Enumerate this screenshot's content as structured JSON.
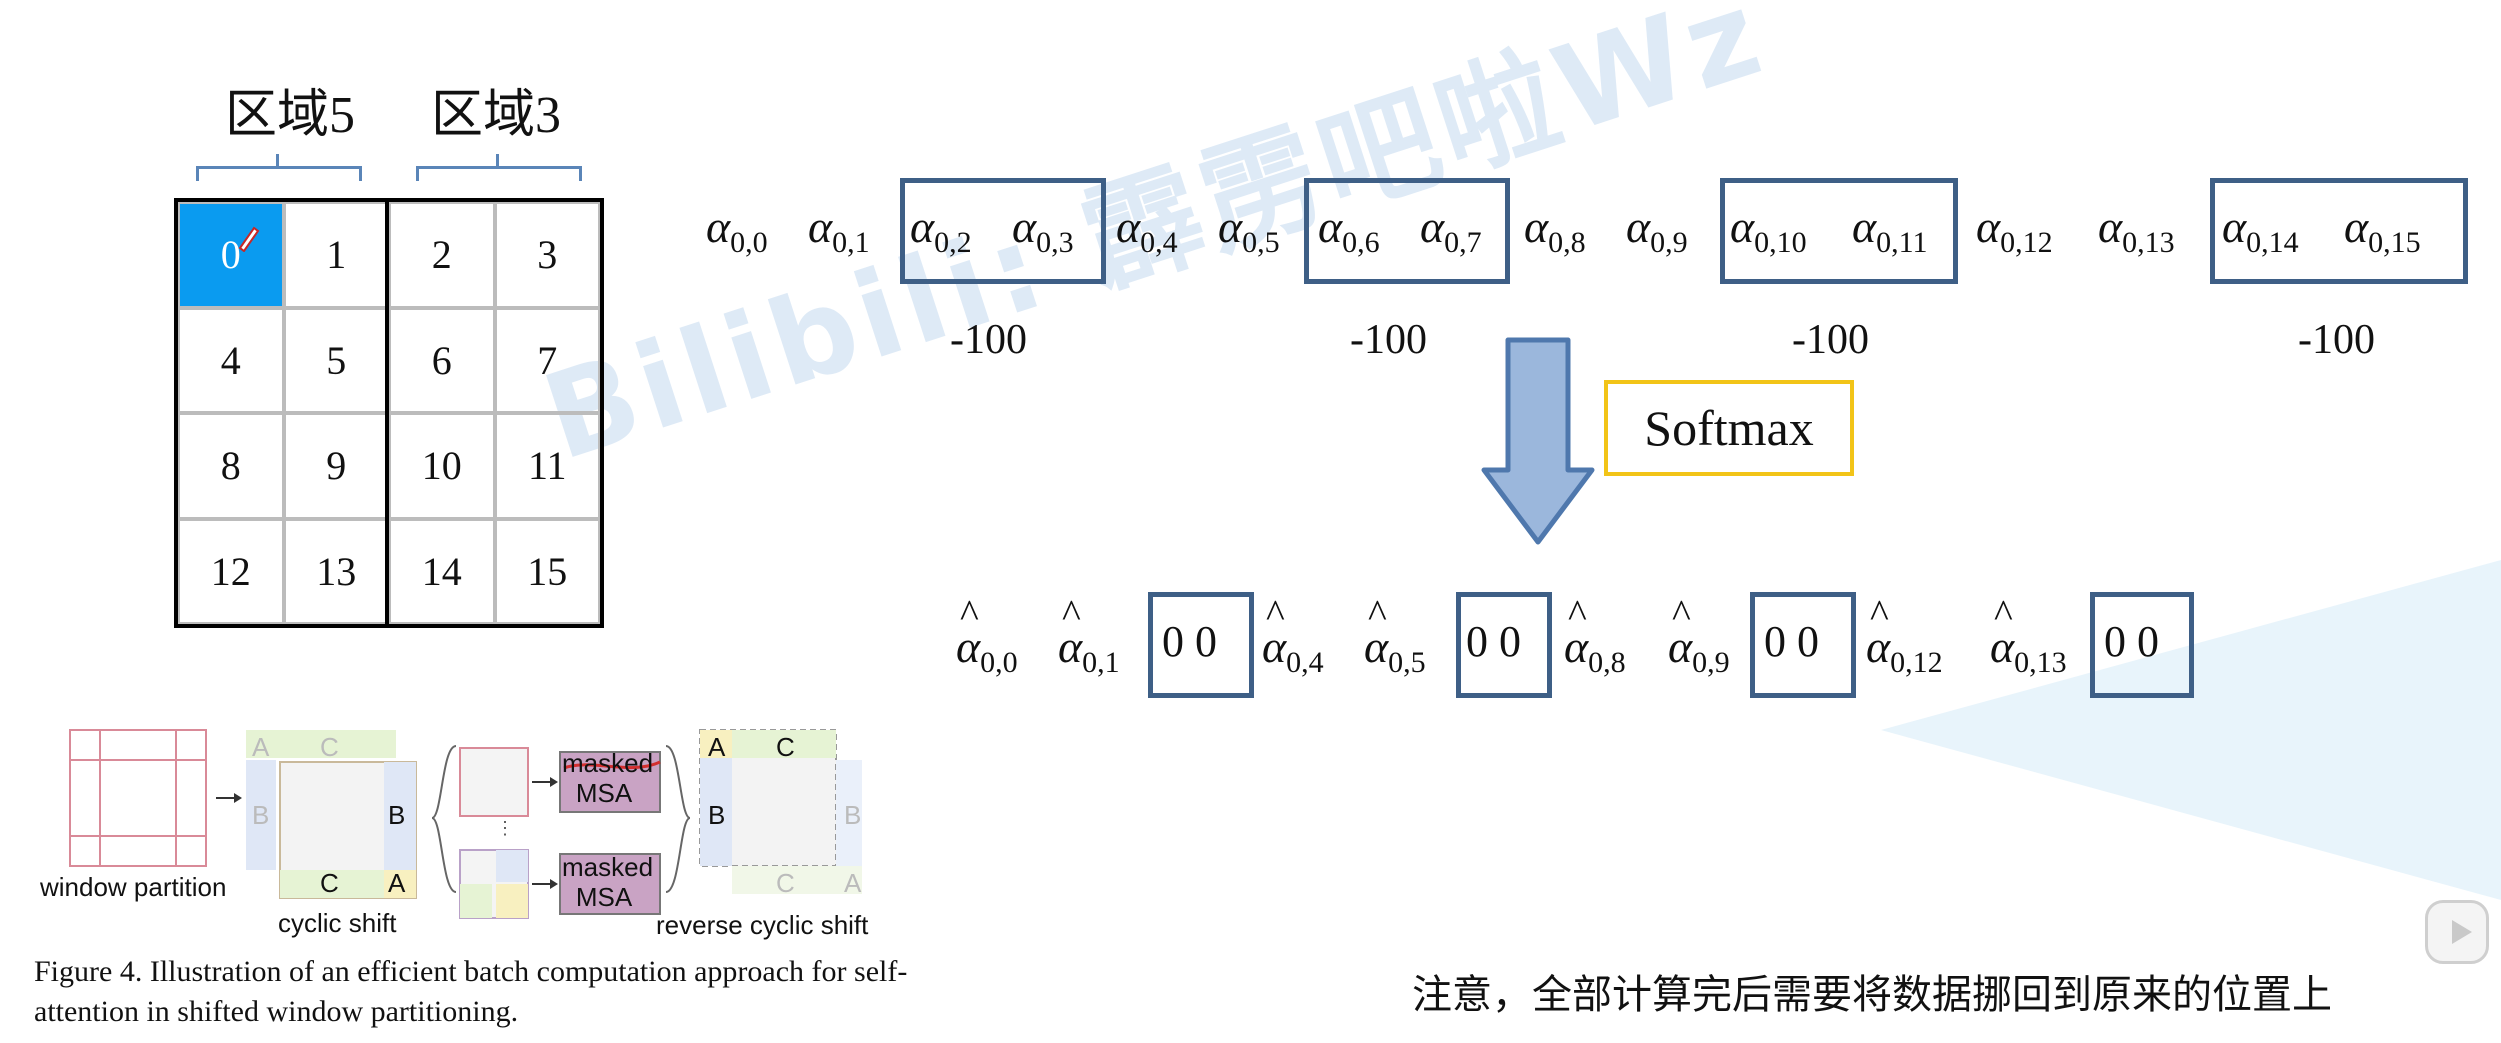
{
  "regions": [
    "区域5",
    "区域3"
  ],
  "grid": {
    "cells": [
      "0",
      "1",
      "2",
      "3",
      "4",
      "5",
      "6",
      "7",
      "8",
      "9",
      "10",
      "11",
      "12",
      "13",
      "14",
      "15"
    ],
    "selected_index": 0
  },
  "watermark": "Bilibili: 霹雳吧啦Wz",
  "row1": [
    {
      "base": "α",
      "sub": "0,0"
    },
    {
      "base": "α",
      "sub": "0,1"
    },
    {
      "base": "α",
      "sub": "0,2"
    },
    {
      "base": "α",
      "sub": "0,3"
    },
    {
      "base": "α",
      "sub": "0,4"
    },
    {
      "base": "α",
      "sub": "0,5"
    },
    {
      "base": "α",
      "sub": "0,6"
    },
    {
      "base": "α",
      "sub": "0,7"
    },
    {
      "base": "α",
      "sub": "0,8"
    },
    {
      "base": "α",
      "sub": "0,9"
    },
    {
      "base": "α",
      "sub": "0,10"
    },
    {
      "base": "α",
      "sub": "0,11"
    },
    {
      "base": "α",
      "sub": "0,12"
    },
    {
      "base": "α",
      "sub": "0,13"
    },
    {
      "base": "α",
      "sub": "0,14"
    },
    {
      "base": "α",
      "sub": "0,15"
    }
  ],
  "mask_values": [
    "-100",
    "-100",
    "-100",
    "-100"
  ],
  "softmax_label": "Softmax",
  "row2": [
    {
      "base": "α",
      "sub": "0,0"
    },
    {
      "base": "α",
      "sub": "0,1"
    },
    {
      "zero": "0 0"
    },
    {
      "base": "α",
      "sub": "0,4"
    },
    {
      "base": "α",
      "sub": "0,5"
    },
    {
      "zero": "0 0"
    },
    {
      "base": "α",
      "sub": "0,8"
    },
    {
      "base": "α",
      "sub": "0,9"
    },
    {
      "zero": "0 0"
    },
    {
      "base": "α",
      "sub": "0,12"
    },
    {
      "base": "α",
      "sub": "0,13"
    },
    {
      "zero": "0 0"
    }
  ],
  "figure": {
    "labels": {
      "window_partition": "window partition",
      "cyclic_shift": "cyclic shift",
      "reverse_cyclic_shift": "reverse cyclic shift",
      "masked_msa": "masked MSA",
      "A": "A",
      "B": "B",
      "C": "C"
    },
    "caption": "Figure 4. Illustration of an efficient batch computation approach for self-attention in shifted window partitioning."
  },
  "note": "注意，全部计算完后需要将数据挪回到原来的位置上",
  "colors": {
    "selected_cell": "#0a9bf0",
    "box_border": "#3e5f86",
    "softmax_border": "#f2c418",
    "arrow": "#9bb7dc"
  }
}
